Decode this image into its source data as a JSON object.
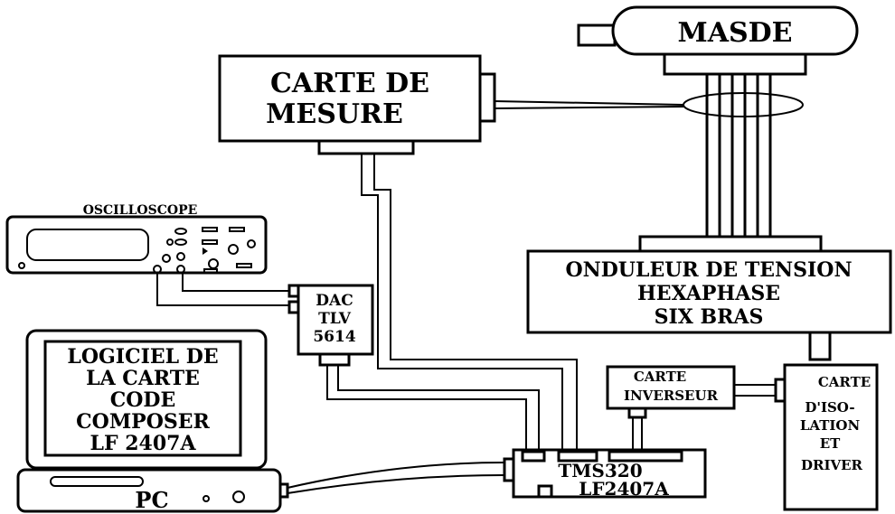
{
  "labels": {
    "masde": "MASDE",
    "carte_mesure": [
      "CARTE DE",
      "MESURE"
    ],
    "oscilloscope": "OSCILLOSCOPE",
    "onduleur": [
      "ONDULEUR DE TENSION",
      "HEXAPHASE",
      "SIX BRAS"
    ],
    "dac": [
      "DAC",
      "TLV",
      "5614"
    ],
    "logiciel": [
      "LOGICIEL DE",
      "LA CARTE",
      "CODE",
      "COMPOSER",
      "LF 2407A"
    ],
    "carte_inverseur": [
      "CARTE",
      "INVERSEUR"
    ],
    "carte_isolation": [
      "CARTE",
      "D'ISO-",
      "LATION",
      "ET",
      "DRIVER"
    ],
    "tms": [
      "TMS320",
      "LF2407A"
    ],
    "pc": "PC"
  }
}
